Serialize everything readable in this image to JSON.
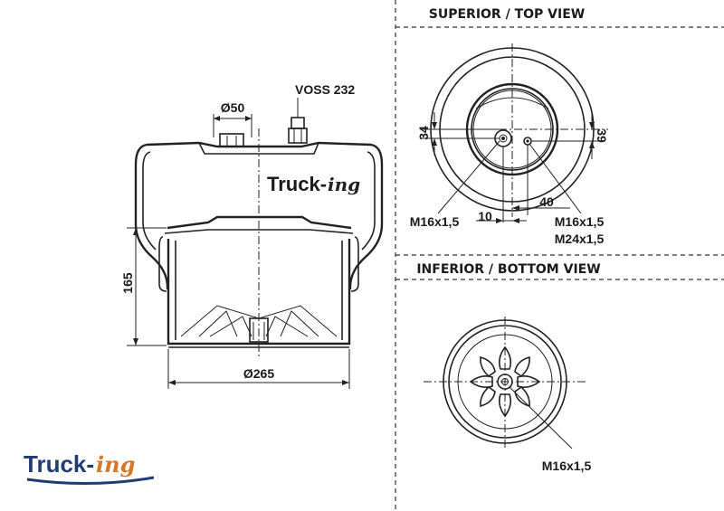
{
  "views": {
    "top_title": "SUPERIOR / TOP VIEW",
    "bottom_title": "INFERIOR / BOTTOM VIEW"
  },
  "side_view": {
    "diameter_top": "Ø50",
    "valve": "VOSS 232",
    "height": "165",
    "diameter_bottom": "Ø265"
  },
  "top_view": {
    "dim_left": "34",
    "dim_right": "39",
    "dim_offset": "40",
    "dim_offset_small": "10",
    "thread_left": "M16x1,5",
    "thread_right_1": "M16x1,5",
    "thread_right_2": "M24x1,5"
  },
  "bottom_view": {
    "thread": "M16x1,5"
  },
  "brand": {
    "name": "Truck-",
    "suffix": "ing",
    "color_primary": "#1f3c74",
    "color_accent": "#d9762a"
  }
}
